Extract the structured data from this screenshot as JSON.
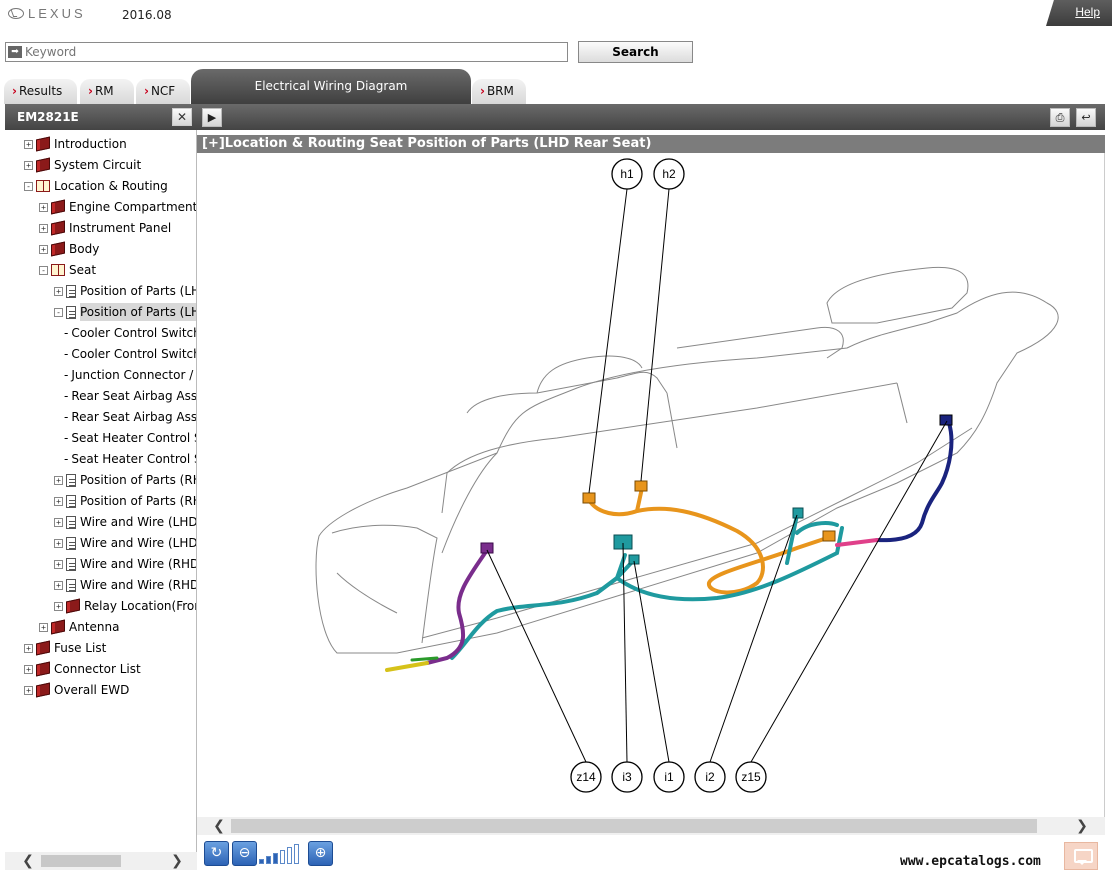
{
  "header": {
    "logo_text": "LEXUS",
    "version": "2016.08",
    "help_label": "Help"
  },
  "search": {
    "placeholder": "Keyword",
    "button_label": "Search"
  },
  "tabs": [
    {
      "label": "Results"
    },
    {
      "label": "RM"
    },
    {
      "label": "NCF"
    },
    {
      "label": "Electrical Wiring Diagram",
      "active": true
    },
    {
      "label": "BRM"
    }
  ],
  "left_panel": {
    "title": "EM2821E",
    "close_label": "✕"
  },
  "tree": [
    {
      "label": "Introduction",
      "icon": "book-icon",
      "expander": "+"
    },
    {
      "label": "System Circuit",
      "icon": "book-icon",
      "expander": "+"
    },
    {
      "label": "Location & Routing",
      "icon": "open-book-icon",
      "expander": "−"
    },
    {
      "label": "Engine Compartment",
      "icon": "book-icon",
      "expander": "+"
    },
    {
      "label": "Instrument Panel",
      "icon": "book-icon",
      "expander": "+"
    },
    {
      "label": "Body",
      "icon": "book-icon",
      "expander": "+"
    },
    {
      "label": "Seat",
      "icon": "open-book-icon",
      "expander": "−"
    },
    {
      "label": "Position of Parts (LHD",
      "icon": "document-icon",
      "expander": "+"
    },
    {
      "label": "Position of Parts (LHD",
      "icon": "document-icon",
      "expander": "−",
      "selected": true
    },
    {
      "label": "Cooler Control Switch",
      "icon": "dash"
    },
    {
      "label": "Cooler Control Switch",
      "icon": "dash"
    },
    {
      "label": "Junction Connector / i",
      "icon": "dash"
    },
    {
      "label": "Rear Seat Airbag Asse",
      "icon": "dash"
    },
    {
      "label": "Rear Seat Airbag Asse",
      "icon": "dash"
    },
    {
      "label": "Seat Heater Control S",
      "icon": "dash"
    },
    {
      "label": "Seat Heater Control S",
      "icon": "dash"
    },
    {
      "label": "Position of Parts (RH",
      "icon": "document-icon",
      "expander": "+"
    },
    {
      "label": "Position of Parts (RH",
      "icon": "document-icon",
      "expander": "+"
    },
    {
      "label": "Wire and Wire (LHD",
      "icon": "document-icon",
      "expander": "+"
    },
    {
      "label": "Wire and Wire (LHD",
      "icon": "document-icon",
      "expander": "+"
    },
    {
      "label": "Wire and Wire (RHD",
      "icon": "document-icon",
      "expander": "+"
    },
    {
      "label": "Wire and Wire (RHD",
      "icon": "document-icon",
      "expander": "+"
    },
    {
      "label": "Relay Location(Front",
      "icon": "book-icon",
      "expander": "+"
    },
    {
      "label": "Antenna",
      "icon": "book-icon",
      "expander": "+"
    },
    {
      "label": "Fuse List",
      "icon": "book-icon",
      "expander": "+"
    },
    {
      "label": "Connector List",
      "icon": "book-icon",
      "expander": "+"
    },
    {
      "label": "Overall EWD",
      "icon": "book-icon",
      "expander": "+"
    }
  ],
  "diagram": {
    "title": "[+]Location & Routing  Seat  Position of Parts (LHD Rear Seat)",
    "callouts_top": [
      "h1",
      "h2"
    ],
    "callouts_bottom": [
      "z14",
      "i3",
      "i1",
      "i2",
      "z15"
    ],
    "wire_colors": {
      "orange": "#e8951c",
      "teal": "#1f9a9f",
      "purple": "#7a2d8c",
      "navy": "#1a237e",
      "pink": "#e0408a",
      "yellow": "#d6c21a"
    }
  },
  "zoom": {
    "reset_icon": "refresh-icon",
    "out_icon": "zoom-out-icon",
    "in_icon": "zoom-in-icon",
    "levels": 6,
    "current_level": 3
  },
  "watermark": "www.epcatalogs.com"
}
